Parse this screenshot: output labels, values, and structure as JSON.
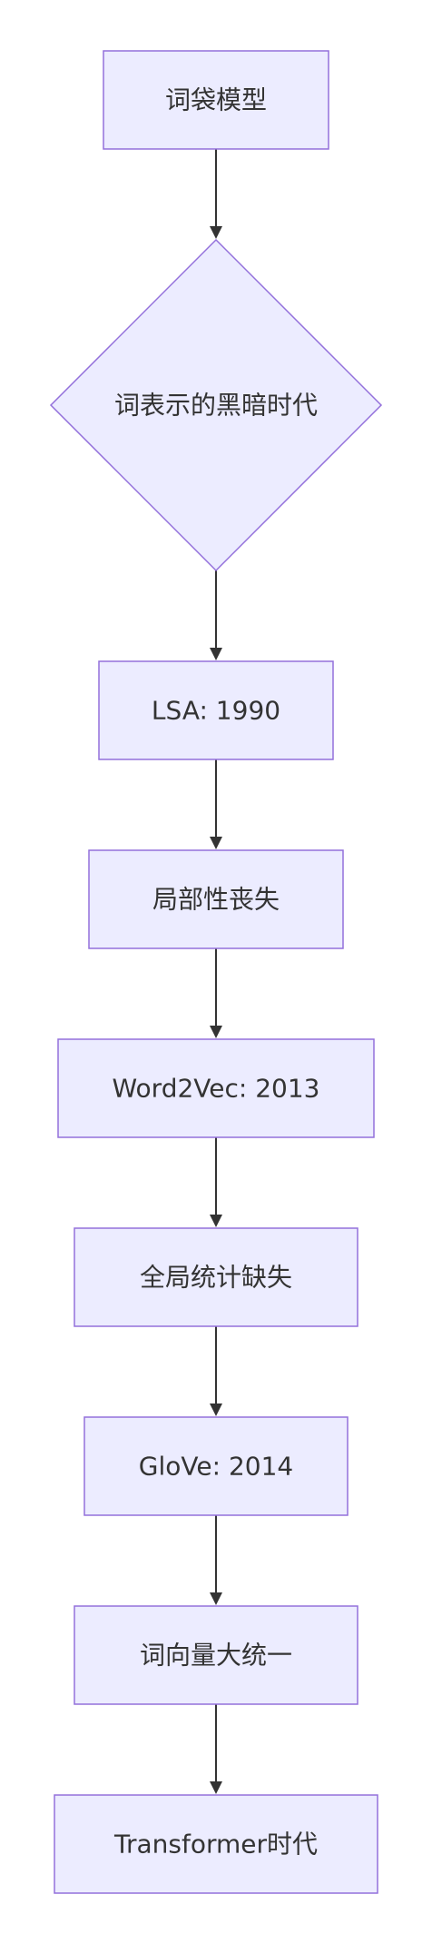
{
  "flowchart": {
    "nodes": [
      {
        "id": "bow",
        "label": "词袋模型",
        "shape": "rect"
      },
      {
        "id": "dark",
        "label": "词表示的黑暗时代",
        "shape": "diamond"
      },
      {
        "id": "lsa",
        "label": "LSA: 1990",
        "shape": "rect"
      },
      {
        "id": "local",
        "label": "局部性丧失",
        "shape": "rect"
      },
      {
        "id": "w2v",
        "label": "Word2Vec: 2013",
        "shape": "rect"
      },
      {
        "id": "global",
        "label": "全局统计缺失",
        "shape": "rect"
      },
      {
        "id": "glove",
        "label": "GloVe: 2014",
        "shape": "rect"
      },
      {
        "id": "unify",
        "label": "词向量大统一",
        "shape": "rect"
      },
      {
        "id": "transformer",
        "label": "Transformer时代",
        "shape": "rect"
      }
    ],
    "edges": [
      {
        "from": "bow",
        "to": "dark"
      },
      {
        "from": "dark",
        "to": "lsa"
      },
      {
        "from": "lsa",
        "to": "local"
      },
      {
        "from": "local",
        "to": "w2v"
      },
      {
        "from": "w2v",
        "to": "global"
      },
      {
        "from": "global",
        "to": "glove"
      },
      {
        "from": "glove",
        "to": "unify"
      },
      {
        "from": "unify",
        "to": "transformer"
      }
    ]
  }
}
